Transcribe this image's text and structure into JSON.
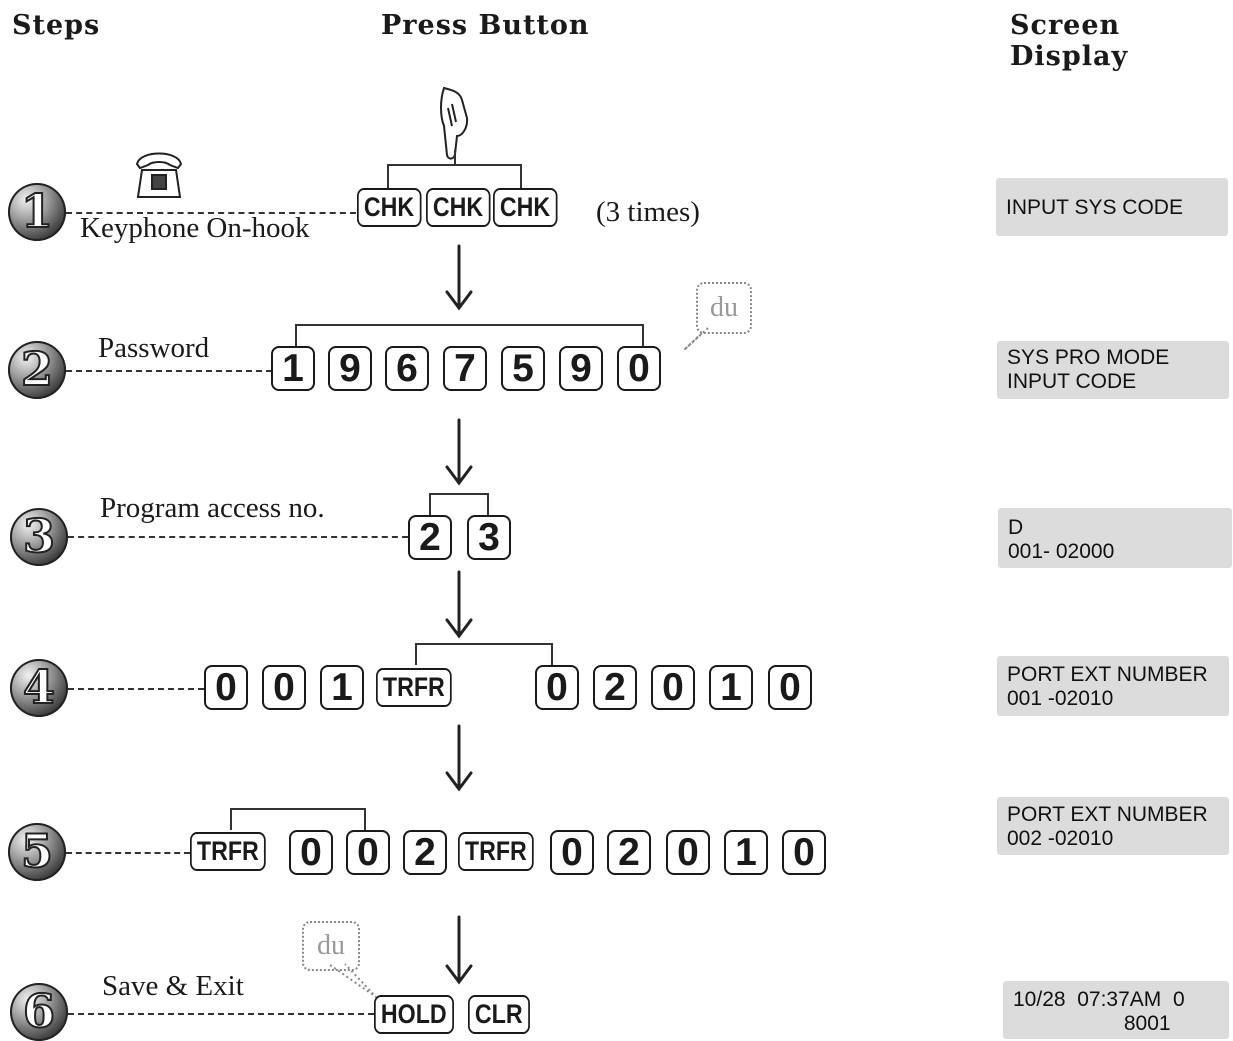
{
  "headers": {
    "steps": "Steps",
    "press": "Press Button",
    "screen": "Screen Display"
  },
  "steps": [
    {
      "num": "1",
      "label": "Keyphone On-hook",
      "note": "(3 times)",
      "keys": [
        "CHK",
        "CHK",
        "CHK"
      ],
      "display": "INPUT SYS CODE"
    },
    {
      "num": "2",
      "label": "Password",
      "keys": [
        "1",
        "9",
        "6",
        "7",
        "5",
        "9",
        "0"
      ],
      "bubble": "du",
      "display": "SYS PRO MODE\nINPUT CODE"
    },
    {
      "num": "3",
      "label": "Program access no.",
      "keys": [
        "2",
        "3"
      ],
      "display": "D\n001- 02000"
    },
    {
      "num": "4",
      "keys_a": [
        "0",
        "0",
        "1"
      ],
      "key_func": "TRFR",
      "keys_b": [
        "0",
        "2",
        "0",
        "1",
        "0"
      ],
      "display": "PORT EXT NUMBER\n001 -02010"
    },
    {
      "num": "5",
      "key_func1": "TRFR",
      "keys_a": [
        "0",
        "0",
        "2"
      ],
      "key_func2": "TRFR",
      "keys_b": [
        "0",
        "2",
        "0",
        "1",
        "0"
      ],
      "display": "PORT EXT NUMBER\n002 -02010"
    },
    {
      "num": "6",
      "label": "Save & Exit",
      "bubble": "du",
      "keys": [
        "HOLD",
        "CLR"
      ],
      "display": "10/28  07:37AM  0\n                   8001"
    }
  ]
}
